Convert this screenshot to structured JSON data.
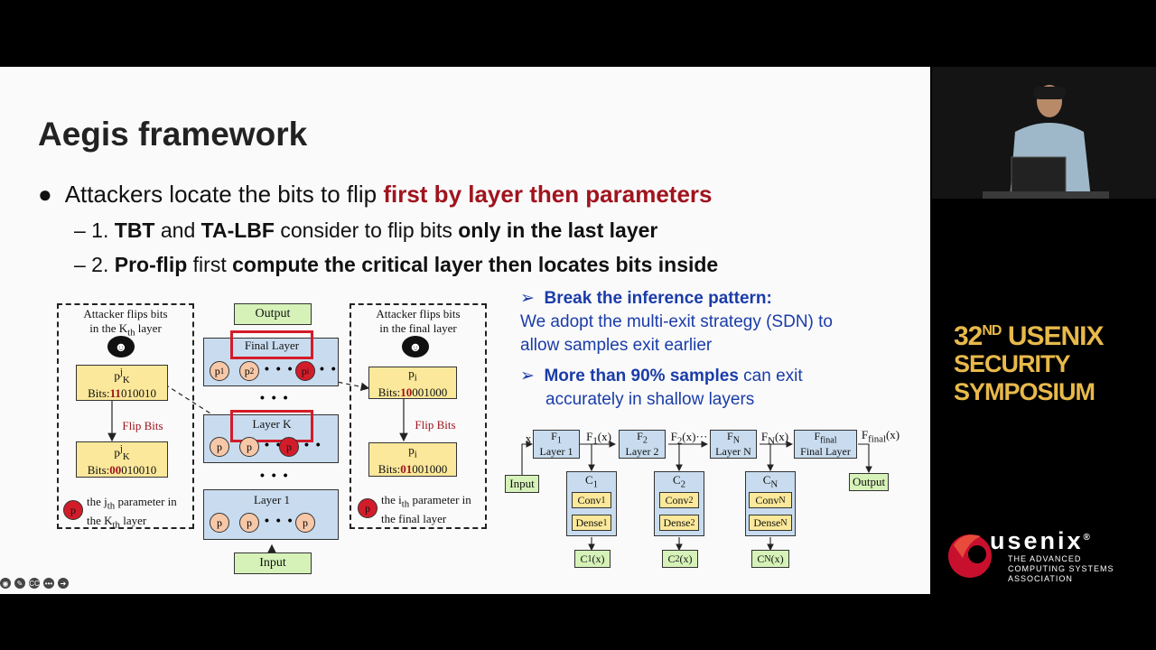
{
  "slide": {
    "title": "Aegis framework",
    "bullet_main_prefix": "Attackers locate the bits to flip ",
    "bullet_main_red": "first by layer then parameters",
    "sub1": {
      "num": "–  1. ",
      "b1": "TBT",
      "t1": " and ",
      "b2": "TA-LBF",
      "t2": " consider to flip bits ",
      "b3": "only in the last layer"
    },
    "sub2": {
      "num": "–  2. ",
      "b1": "Pro-flip",
      "t1": " first ",
      "b2": "compute the critical layer then locates bits inside"
    }
  },
  "diagram_left": {
    "left_caption1": "Attacker flips bits",
    "left_caption2": "in the K",
    "left_caption2_sub": "th",
    "left_caption2_end": " layer",
    "box1_top": "p",
    "box1_sub": "K",
    "box1_sup": "j",
    "box1_bits_prefix": "Bits:",
    "box1_bits_red": "11",
    "box1_bits_rest": "010010",
    "flip_label": "Flip Bits",
    "box2_top": "p",
    "box2_sub": "K",
    "box2_sup": "j",
    "box2_bits_prefix": "Bits:",
    "box2_bits_red": "00",
    "box2_bits_rest": "010010",
    "legend_circle": "p",
    "legend1": "the j",
    "legend1_sub": "th",
    "legend1_end": " parameter in",
    "legend2": "the K",
    "legend2_sub": "th",
    "legend2_end": " layer",
    "output": "Output",
    "final_layer": "Final Layer",
    "layer_k": "Layer K",
    "layer_1": "Layer 1",
    "input": "Input",
    "p1": "p",
    "p2": "p",
    "pi": "p",
    "right_caption1": "Attacker flips bits",
    "right_caption2": "in the final layer",
    "rbox1_top": "p",
    "rbox1_sub": "i",
    "rbox1_bits_prefix": "Bits:",
    "rbox1_bits_red": "10",
    "rbox1_bits_rest": "001000",
    "rflip_label": "Flip Bits",
    "rbox2_top": "p",
    "rbox2_sub": "i",
    "rbox2_bits_prefix": "Bits:",
    "rbox2_bits_red": "01",
    "rbox2_bits_rest": "001000",
    "rlegend1": "the i",
    "rlegend1_sub": "th",
    "rlegend1_end": " parameter in",
    "rlegend2": "the final layer"
  },
  "right_text": {
    "arrow": "➢",
    "point1_bold": "Break the inference pattern:",
    "point1_line2": "We adopt the multi-exit strategy (SDN) to",
    "point1_line3": "allow samples exit earlier",
    "point2_bold": "More than 90% samples",
    "point2_rest": " can exit",
    "point2_line2": "accurately in shallow layers"
  },
  "diagram_right": {
    "input": "Input",
    "x": "x",
    "f1_label": "F",
    "f1_sub": "1",
    "layer1": "Layer 1",
    "f1x": "F",
    "f1x_sub": "1",
    "f1x_end": "(x)",
    "f2_label": "F",
    "f2_sub": "2",
    "layer2": "Layer 2",
    "f2x": "F",
    "f2x_sub": "2",
    "f2x_end": "(x)···",
    "fn_label": "F",
    "fn_sub": "N",
    "layern": "Layer N",
    "fnx": "F",
    "fnx_sub": "N",
    "fnx_end": "(x)",
    "ffinal_label": "F",
    "ffinal_sub": "final",
    "final_layer": "Final Layer",
    "ffinalx": "F",
    "ffinalx_sub": "final",
    "ffinalx_end": "(x)",
    "output": "Output",
    "c1": "C",
    "c1_sub": "1",
    "conv1": "Conv",
    "conv1_sub": "1",
    "dense1": "Dense",
    "dense1_sub": "1",
    "c1x": "C",
    "c1x_sub": "1",
    "c1x_end": "(x)",
    "c2": "C",
    "c2_sub": "2",
    "conv2": "Conv",
    "conv2_sub": "2",
    "dense2": "Dense",
    "dense2_sub": "2",
    "c2x": "C",
    "c2x_sub": "2",
    "c2x_end": "(x)",
    "cn": "C",
    "cn_sub": "N",
    "convn": "Conv",
    "convn_sub": "N",
    "densen": "Dense",
    "densen_sub": "N",
    "cnx": "C",
    "cnx_sub": "N",
    "cnx_end": "(x)"
  },
  "event": {
    "line1_num": "32",
    "line1_sup": "ND",
    "line1_rest": " USENIX",
    "line2": "SECURITY SYMPOSIUM"
  },
  "usenix": {
    "name": "usenix",
    "tm": "®",
    "tag1": "THE ADVANCED",
    "tag2": "COMPUTING SYSTEMS",
    "tag3": "ASSOCIATION"
  },
  "controls": [
    "◉",
    "✎",
    "CC",
    "•••",
    "➔"
  ],
  "colors": {
    "accent_red": "#a0141e",
    "blue_text": "#1a3ca8",
    "gold": "#e8b94a"
  }
}
